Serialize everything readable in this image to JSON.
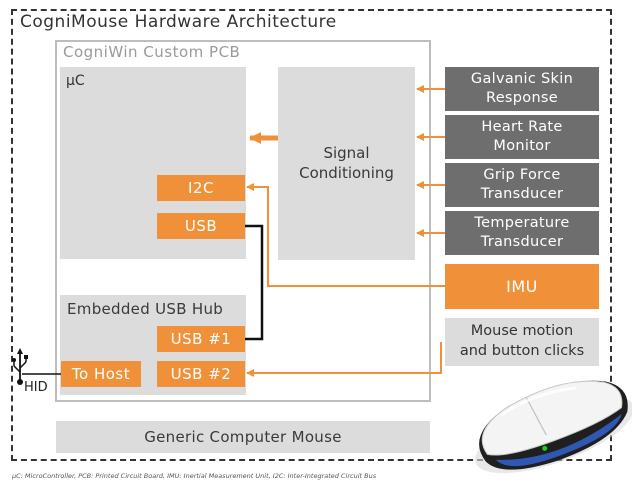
{
  "diagram": {
    "title": "CogniMouse Hardware Architecture",
    "pcb_title": "CogniWin Custom PCB",
    "microcontroller_label": "μC",
    "signal_conditioning": "Signal\nConditioning",
    "i2c": "I2C",
    "usb": "USB",
    "hub_label": "Embedded USB Hub",
    "usb1": "USB #1",
    "usb2": "USB #2",
    "to_host": "To Host",
    "hid": "HID",
    "sensors": [
      "Galvanic Skin\nResponse",
      "Heart Rate\nMonitor",
      "Grip Force\nTransducer",
      "Temperature\nTransducer"
    ],
    "imu": "IMU",
    "mouse_motion": "Mouse motion\nand button clicks",
    "generic_mouse": "Generic Computer Mouse",
    "footnote": "μC: MicroController, PCB: Printed Circuit Board, IMU: Inertial Measurement Unit, I2C: Inter-Integrated Circuit Bus"
  },
  "colors": {
    "accent_orange": "#f0913a",
    "sensor_gray": "#6e6e6e",
    "block_gray": "#dcdcdc",
    "pcb_border": "#bdbdbd"
  }
}
